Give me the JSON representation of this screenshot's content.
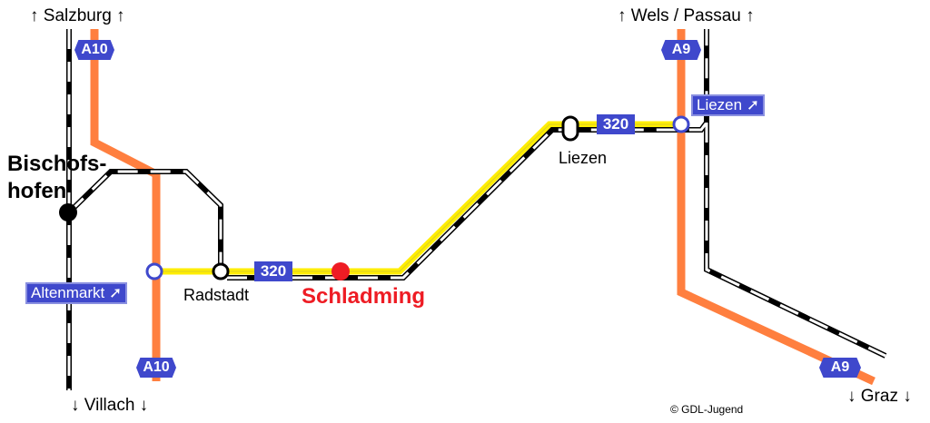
{
  "directions": {
    "north_left": "↑ Salzburg ↑",
    "north_right": "↑ Wels / Passau ↑",
    "south_left": "↓ Villach ↓",
    "south_right": "↓ Graz ↓"
  },
  "motorways": {
    "a10": "A10",
    "a9": "A9"
  },
  "route_number": "320",
  "stations": {
    "bischofshofen": "Bischofs-\nhofen",
    "radstadt": "Radstadt",
    "schladming": "Schladming",
    "liezen": "Liezen"
  },
  "signs": {
    "altenmarkt": "Altenmarkt ➚",
    "liezen": "Liezen ➚"
  },
  "copyright": "© GDL-Jugend",
  "colors": {
    "motorway": "#ff7f3f",
    "bus": "#ffee00",
    "shield": "#3f48cc",
    "highlight": "#ee1c24"
  }
}
